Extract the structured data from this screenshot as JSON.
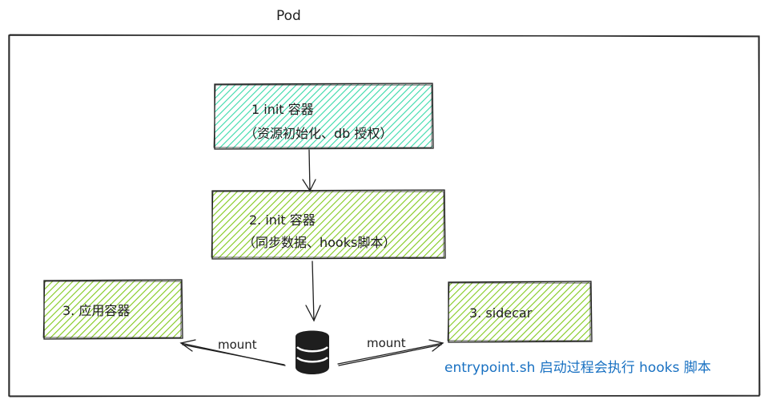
{
  "pod": {
    "label": "Pod"
  },
  "init1": {
    "line1": "1 init 容器",
    "line2": "（资源初始化、db 授权）"
  },
  "init2": {
    "line1": "2. init 容器",
    "line2": "（同步数据、hooks脚本）"
  },
  "app": {
    "label": "3. 应用容器"
  },
  "sidecar": {
    "label": "3. sidecar"
  },
  "mounts": {
    "left": "mount",
    "right": "mount"
  },
  "note": {
    "text": "entrypoint.sh 启动过程会执行 hooks 脚本"
  },
  "colors": {
    "teal_fill": "#38d9a9",
    "green_fill": "#82c91e",
    "stroke": "#1e1e1e",
    "note_text": "#1971c2"
  }
}
